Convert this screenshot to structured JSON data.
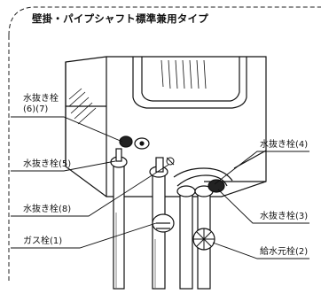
{
  "title": "壁掛・パイプシャフト標準兼用タイプ",
  "labels": {
    "drain_67_line1": "水抜き栓",
    "drain_67_line2": "(6)(7)",
    "drain_5": "水抜き栓(5)",
    "drain_8": "水抜き栓(8)",
    "gas_1": "ガス栓(1)",
    "drain_4": "水抜き栓(4)",
    "drain_3": "水抜き栓(3)",
    "water_2": "給水元栓(2)"
  }
}
